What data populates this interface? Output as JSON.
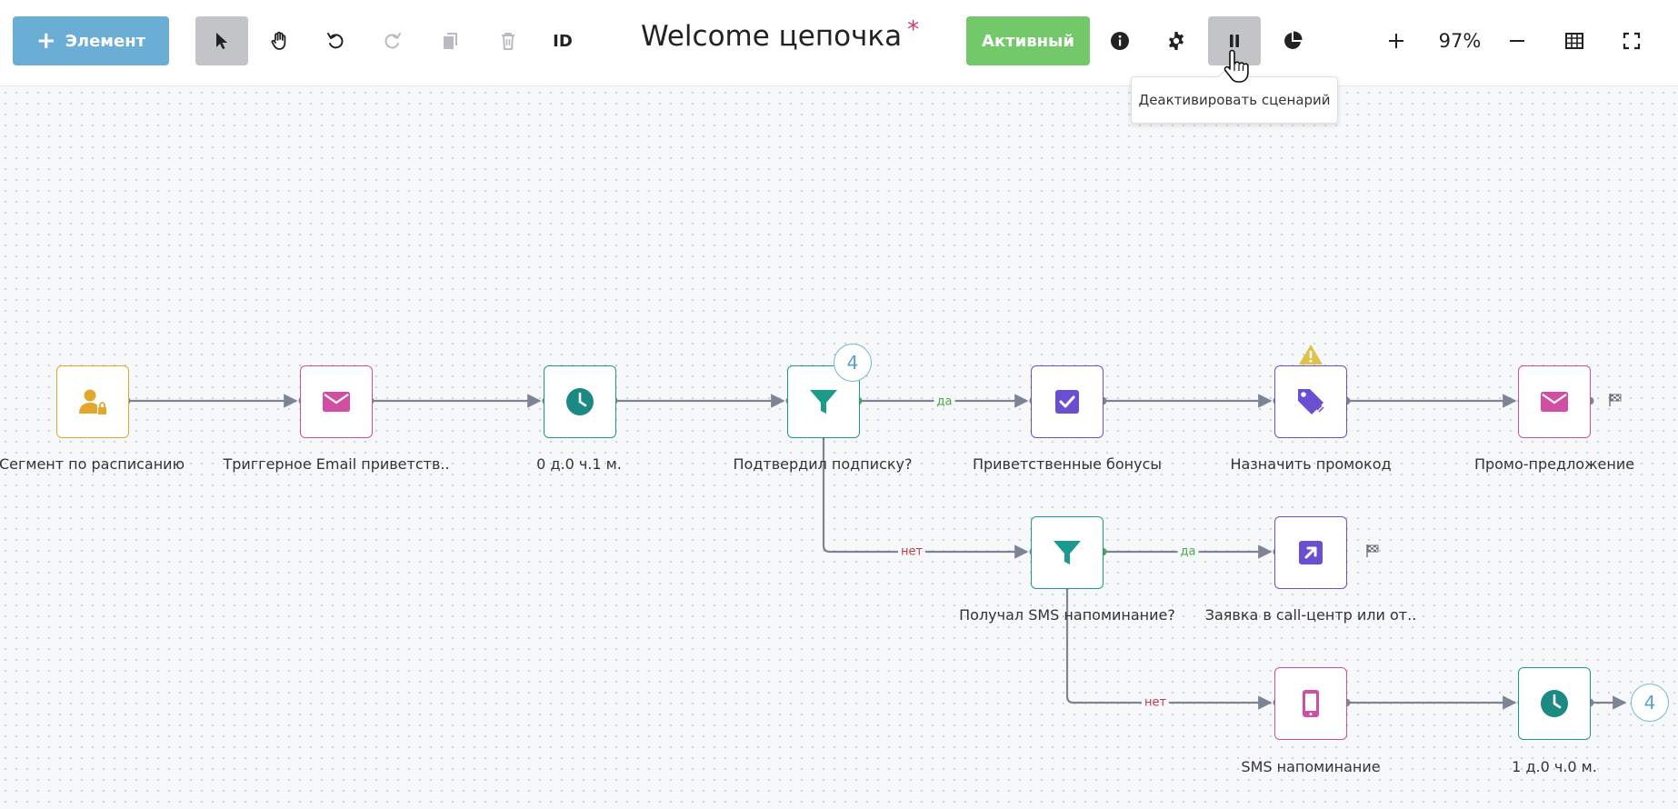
{
  "toolbar": {
    "add_button_label": "Элемент",
    "id_label": "ID",
    "title": "Welcome цепочка",
    "unsaved_mark": "*",
    "status_label": "Активный",
    "zoom_value": "97%",
    "tooltip": "Деактивировать сценарий"
  },
  "nodes": {
    "segment": "Сегмент по расписанию",
    "trigger_email": "Триггерное Email приветств..",
    "delay_1": "0 д.0 ч.1 м.",
    "filter_subscription": "Подтвердил подписку?",
    "welcome_bonus": "Приветственные бонусы",
    "assign_promo": "Назначить промокод",
    "promo_offer": "Промо-предложение",
    "filter_sms": "Получал SMS напоминание?",
    "callcenter": "Заявка в call-центр или от..",
    "sms_reminder": "SMS напоминание",
    "delay_2": "1 д.0 ч.0 м."
  },
  "edge_labels": {
    "yes": "да",
    "no": "нет"
  },
  "badges": {
    "filter_count": "4",
    "goto_count": "4"
  },
  "colors": {
    "segment": "#e3a82b",
    "email": "#d04fa3",
    "delay": "#1c9a8c",
    "filter": "#1c9a8c",
    "bonus": "#6a4fd0",
    "promo": "#6a4fd0",
    "callcenter": "#6a4fd0",
    "sms": "#d04fa3",
    "add_button": "#6aaed6",
    "status_active": "#73c96a"
  }
}
